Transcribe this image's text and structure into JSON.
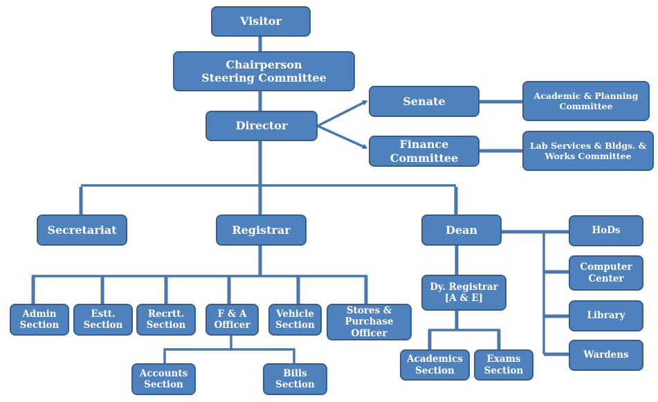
{
  "colors": {
    "box_fill": "#4f81bd",
    "box_border": "#385d8a",
    "connector": "#4a76ad",
    "text": "#ffffff"
  },
  "nodes": {
    "visitor": "Visitor",
    "chairperson": "Chairperson\nSteering Committee",
    "director": "Director",
    "senate": "Senate",
    "finance": "Finance\nCommittee",
    "academic_planning": "Academic & Planning\nCommittee",
    "lab_services": "Lab Services & Bldgs. &\nWorks Committee",
    "secretariat": "Secretariat",
    "registrar": "Registrar",
    "dean": "Dean",
    "admin_section": "Admin\nSection",
    "estt_section": "Estt.\nSection",
    "recrtt_section": "Recrtt.\nSection",
    "fa_officer": "F & A\nOfficer",
    "vehicle_section": "Vehicle\nSection",
    "stores_purchase": "Stores &\nPurchase\nOfficer",
    "accounts_section": "Accounts\nSection",
    "bills_section": "Bills\nSection",
    "dy_registrar": "Dy. Registrar\n[A & E]",
    "academics_section": "Academics\nSection",
    "exams_section": "Exams\nSection",
    "hods": "HoDs",
    "computer_center": "Computer\nCenter",
    "library": "Library",
    "wardens": "Wardens"
  },
  "edges": [
    [
      "visitor",
      "chairperson"
    ],
    [
      "chairperson",
      "director"
    ],
    [
      "director",
      "senate"
    ],
    [
      "director",
      "finance"
    ],
    [
      "senate",
      "academic_planning"
    ],
    [
      "finance",
      "lab_services"
    ],
    [
      "director",
      "secretariat"
    ],
    [
      "director",
      "registrar"
    ],
    [
      "director",
      "dean"
    ],
    [
      "registrar",
      "admin_section"
    ],
    [
      "registrar",
      "estt_section"
    ],
    [
      "registrar",
      "recrtt_section"
    ],
    [
      "registrar",
      "fa_officer"
    ],
    [
      "registrar",
      "vehicle_section"
    ],
    [
      "registrar",
      "stores_purchase"
    ],
    [
      "fa_officer",
      "accounts_section"
    ],
    [
      "fa_officer",
      "bills_section"
    ],
    [
      "dean",
      "dy_registrar"
    ],
    [
      "dy_registrar",
      "academics_section"
    ],
    [
      "dy_registrar",
      "exams_section"
    ],
    [
      "dean",
      "hods"
    ],
    [
      "dean",
      "computer_center"
    ],
    [
      "dean",
      "library"
    ],
    [
      "dean",
      "wardens"
    ]
  ]
}
